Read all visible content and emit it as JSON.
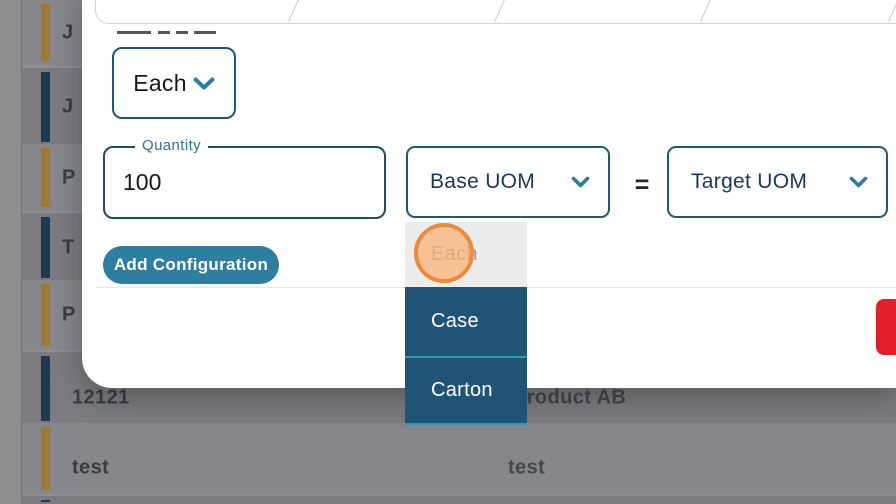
{
  "modal": {
    "selected_uom_button": {
      "label": "Each"
    },
    "quantity_field": {
      "label": "Quantity",
      "value": "100"
    },
    "base_uom_select": {
      "label": "Base UOM"
    },
    "equals_sign": "=",
    "target_uom_select": {
      "label": "Target UOM"
    },
    "add_configuration_button": {
      "label": "Add Configuration"
    }
  },
  "uom_dropdown": {
    "items": [
      {
        "label": "Each",
        "state": "highlighted"
      },
      {
        "label": "Case",
        "state": "default"
      },
      {
        "label": "Carton",
        "state": "default"
      }
    ]
  },
  "background_table": {
    "rows": [
      {
        "code": "J",
        "name": ""
      },
      {
        "code": "J",
        "name": ""
      },
      {
        "code": "P",
        "name": ""
      },
      {
        "code": "T",
        "name": ""
      },
      {
        "code": "P",
        "name": ""
      },
      {
        "code": "12121",
        "name": "Product AB"
      },
      {
        "code": "test",
        "name": "test"
      },
      {
        "code": "",
        "name": ""
      }
    ]
  },
  "colors": {
    "accent_teal": "#2e7e9f",
    "input_border_teal": "#1d577a",
    "menu_navy": "#205476",
    "menu_divider_teal": "#2d98b0",
    "quantity_label_teal": "#2e7395",
    "click_indicator_orange": "#ef8a38",
    "danger_red": "#e41e26",
    "row_bar_gold": "#9c7a31",
    "row_bar_navy": "#1d3b53"
  }
}
